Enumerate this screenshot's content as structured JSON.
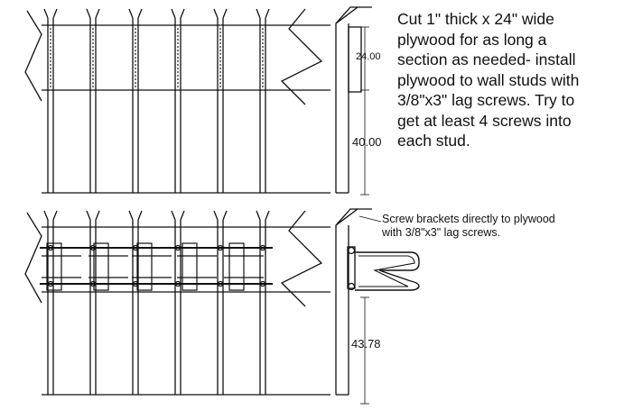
{
  "top_view": {
    "dimensions": {
      "plywood_width": "24.00",
      "height_to_plywood": "40.00"
    },
    "instruction": "Cut 1\" thick x 24\" wide\nplywood for as long a\nsection as needed- install\nplywood to wall studs with\n3/8\"x3\" lag screws.  Try to\nget at least 4 screws into\neach stud."
  },
  "bottom_view": {
    "dimensions": {
      "height_to_plywood": "43.78"
    },
    "instruction": "Screw brackets directly to plywood\nwith 3/8\"x3\" lag screws."
  }
}
